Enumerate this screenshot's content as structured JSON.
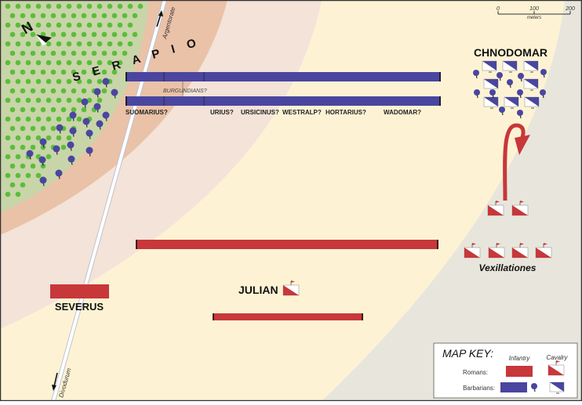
{
  "map": {
    "compass_label": "N",
    "forest_label": "S E R A P I O",
    "roads": {
      "north": "Argentorate",
      "south": "Divodurum"
    },
    "scale_bar": {
      "ticks": [
        "0",
        "100",
        "200"
      ],
      "unit": "meters"
    },
    "barbarian_line_labels": {
      "burgundians": "BURGUNDIANS?",
      "commanders": [
        "SUOMARIUS?",
        "URIUS?",
        "URSICINUS?",
        "WESTRALP?",
        "HORTARIUS?",
        "WADOMAR?"
      ]
    },
    "commanders": {
      "chnodomar": "CHNODOMAR",
      "julian": "JULIAN",
      "severus": "SEVERUS"
    },
    "vexillationes_label": "Vexillationes",
    "key": {
      "title": "MAP KEY:",
      "col_infantry": "Infantry",
      "col_cavalry": "Cavalry",
      "row_romans": "Romans:",
      "row_barbarians": "Barbarians:"
    },
    "colors": {
      "roman": "#c8373a",
      "barbarian": "#4a46a0",
      "forest": "#c8d5a8",
      "tree": "#5cbd3c",
      "band_dark": "#eac2a8",
      "band_light": "#f3e3d8",
      "plain": "#fdf3d4",
      "river_bank": "#e8e6dc"
    }
  }
}
